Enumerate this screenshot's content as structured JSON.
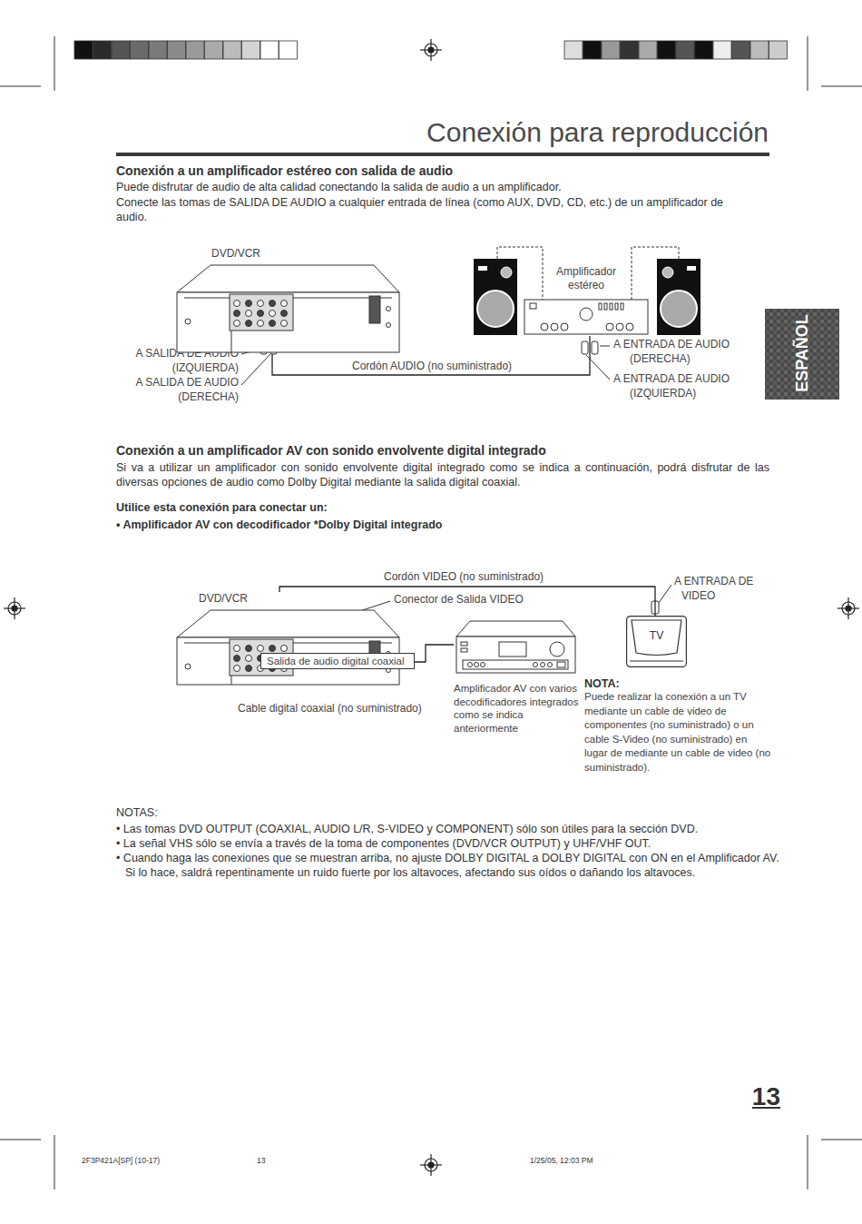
{
  "diagram": {
    "title": "Conexión para reproducción",
    "nodes": [
      {
        "text": [
          "DVD/VCR"
        ]
      },
      {
        "text": [
          "Amplificador estéreo"
        ]
      },
      {
        "text": [
          "DVD/VCR"
        ]
      },
      {
        "text": [
          "Salida de audio digital coaxial"
        ],
        "in": 2
      },
      {
        "text": [
          "Amplificador AV con varios decodificadores integrados como se indica anteriormente"
        ]
      },
      {
        "text": [
          "TV"
        ]
      }
    ],
    "edges": [
      {
        "from": 0,
        "to": 1,
        "label": "Cordón AUDIO (no suministrado)",
        "arrow": "none"
      },
      {
        "from": 2,
        "to": 5,
        "label": "Cordón VIDEO (no suministrado)",
        "arrow": "none"
      },
      {
        "from": 3,
        "to": 4,
        "arrow": "none"
      }
    ],
    "labels": [
      "Conexión a un amplificador estéreo con salida de audio",
      "Puede disfrutar de audio de alta calidad conectando la salida de audio a un amplificador.",
      "Conecte las tomas de SALIDA DE AUDIO a cualquier entrada de línea (como AUX, DVD, CD, etc.) de un amplificador de audio.",
      "A SALIDA DE AUDIO (IZQUIERDA)",
      "A SALIDA DE AUDIO (DERECHA)",
      "A ENTRADA DE AUDIO (DERECHA)",
      "A ENTRADA DE AUDIO (IZQUIERDA)",
      "Conexión a un amplificador AV con sonido envolvente digital integrado",
      "Si va a utilizar un amplificador con sonido envolvente digital integrado como se indica a continuación, podrá disfrutar de las diversas opciones de audio como Dolby Digital mediante la salida digital coaxial.",
      "Utilice esta conexión para conectar un:",
      "• Amplificador AV con decodificador *Dolby Digital integrado",
      "Conector de Salida VIDEO",
      "A ENTRADA DE VIDEO",
      "Cable digital coaxial (no suministrado)",
      "NOTA:",
      "Puede realizar la conexión a un TV mediante un cable de video de componentes (no suministrado) o un cable S-Video (no suministrado) en lugar de mediante un cable de video (no suministrado).",
      "NOTAS:",
      "• Las tomas DVD OUTPUT (COAXIAL, AUDIO L/R, S-VIDEO y COMPONENT) sólo son útiles para la sección DVD.",
      "• La señal VHS sólo se envía a través de la toma de componentes (DVD/VCR OUTPUT) y UHF/VHF OUT.",
      "• Cuando haga las conexiones que se muestran arriba, no ajuste DOLBY DIGITAL a DOLBY DIGITAL con ON en el Amplificador AV. Si lo hace, saldrá repentinamente un ruido fuerte por los altavoces, afectando sus oídos o dañando los altavoces.",
      "ESPAÑOL",
      "13",
      "2F3P421A[SP] (10-17)",
      "13",
      "1/25/05, 12:03 PM"
    ]
  }
}
